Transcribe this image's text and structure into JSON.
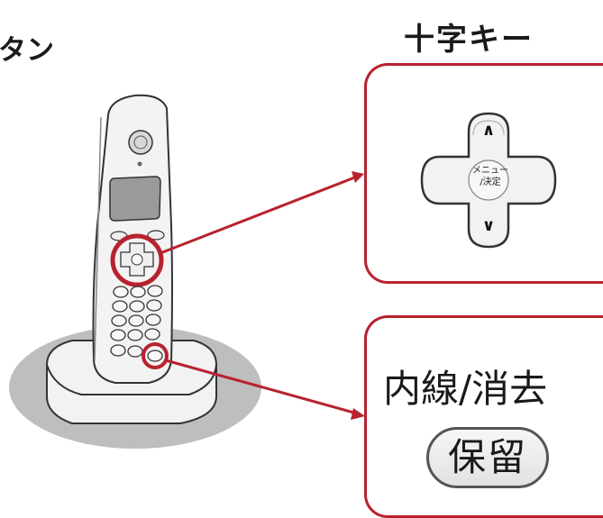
{
  "heading_partial": "タン",
  "cross_key": {
    "title": "十字キー",
    "up_symbol": "∧",
    "down_symbol": "∨",
    "center_label_line1": "メニュー",
    "center_label_line2": "/決定"
  },
  "hold_callout": {
    "label": "内線/消去",
    "button_label": "保留"
  },
  "colors": {
    "accent": "#b8222e",
    "text": "#1a1a1a"
  }
}
